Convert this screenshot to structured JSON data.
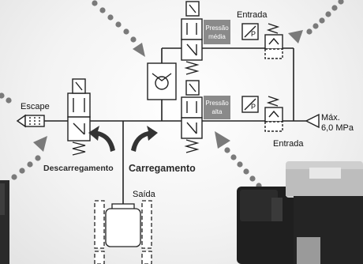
{
  "labels": {
    "entrada_top": "Entrada",
    "entrada_bottom": "Entrada",
    "escape": "Escape",
    "saida": "Saída",
    "max_line1": "Máx.",
    "max_line2": "6,0 MPa",
    "descarregamento": "Descarregamento",
    "carregamento": "Carregamento",
    "pressao_media_1": "Pressão",
    "pressao_media_2": "média",
    "pressao_alta_1": "Pressão",
    "pressao_alta_2": "alta"
  },
  "colors": {
    "line": "#222222",
    "badge": "#8a8a8a",
    "arrow_dots": "#7a7a7a",
    "pressure_switch_body": "#222222",
    "pressure_switch_face": "#dcdcdc"
  }
}
